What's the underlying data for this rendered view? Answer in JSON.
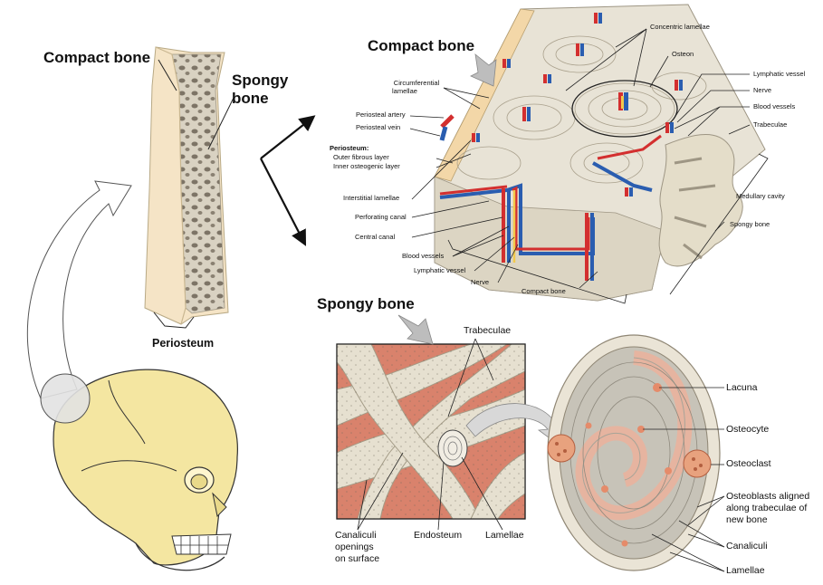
{
  "left": {
    "compact_bone": "Compact bone",
    "spongy_bone_1": "Spongy",
    "spongy_bone_2": "bone",
    "periosteum": "Periosteum"
  },
  "compact_panel": {
    "title": "Compact bone",
    "labels": {
      "concentric_lamellae": "Concentric lamellae",
      "osteon": "Osteon",
      "lymphatic_vessel_top": "Lymphatic vessel",
      "nerve_top": "Nerve",
      "blood_vessels_top": "Blood vessels",
      "trabeculae": "Trabeculae",
      "circumferential_1": "Circumferential",
      "circumferential_2": "lamellae",
      "periosteal_artery": "Periosteal artery",
      "periosteal_vein": "Periosteal vein",
      "periosteum_head": "Periosteum:",
      "outer_fibrous": "Outer fibrous layer",
      "inner_osteogenic": "Inner osteogenic layer",
      "interstitial": "Interstitial lamellae",
      "perforating_canal": "Perforating canal",
      "central_canal": "Central canal",
      "blood_vessels_bottom": "Blood vessels",
      "lymphatic_vessel_bottom": "Lymphatic vessel",
      "nerve_bottom": "Nerve",
      "compact_bone_bottom": "Compact bone",
      "medullary_cavity": "Medullary cavity",
      "spongy_bone": "Spongy bone"
    }
  },
  "spongy_panel": {
    "title": "Spongy bone",
    "labels": {
      "trabeculae": "Trabeculae",
      "canaliculi_1": "Canaliculi",
      "canaliculi_2": "openings",
      "canaliculi_3": "on surface",
      "endosteum": "Endosteum",
      "lamellae": "Lamellae"
    }
  },
  "trabecula_detail": {
    "labels": {
      "lacuna": "Lacuna",
      "osteocyte": "Osteocyte",
      "osteoclast": "Osteoclast",
      "osteoblasts_1": "Osteoblasts aligned",
      "osteoblasts_2": "along trabeculae of",
      "osteoblasts_3": "new bone",
      "canaliculi": "Canaliculi",
      "lamellae": "Lamellae"
    }
  },
  "colors": {
    "bone": "#e8e3d6",
    "bone_dark": "#c9c2b0",
    "marrow": "#d9826c",
    "skull": "#f5e9a8",
    "artery": "#d32f2f",
    "vein": "#2a5db0",
    "nerve": "#f2c94c"
  }
}
